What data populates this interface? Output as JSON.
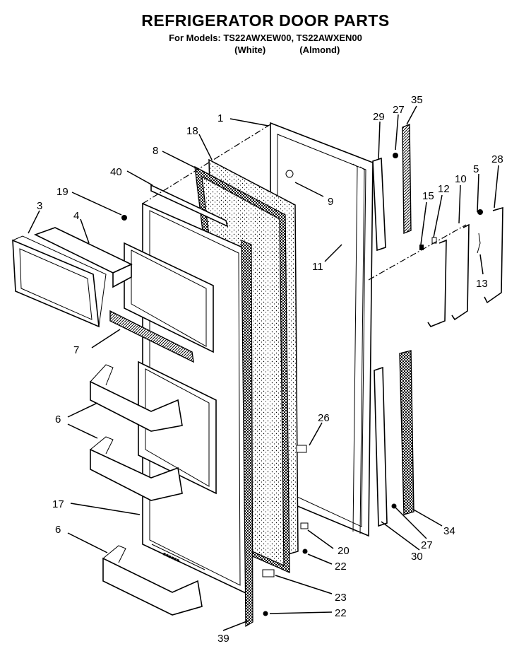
{
  "header": {
    "title": "REFRIGERATOR DOOR PARTS",
    "models": "For Models: TS22AWXEW00, TS22AWXEN00",
    "color_white": "(White)",
    "color_almond": "(Almond)"
  },
  "callouts": {
    "c1": "1",
    "c3": "3",
    "c4": "4",
    "c5": "5",
    "c6a": "6",
    "c6b": "6",
    "c7": "7",
    "c8": "8",
    "c9": "9",
    "c10": "10",
    "c11": "11",
    "c12": "12",
    "c13": "13",
    "c15": "15",
    "c17": "17",
    "c18": "18",
    "c19": "19",
    "c20": "20",
    "c22a": "22",
    "c22b": "22",
    "c23": "23",
    "c26": "26",
    "c27a": "27",
    "c27b": "27",
    "c28": "28",
    "c29": "29",
    "c30": "30",
    "c34": "34",
    "c35": "35",
    "c39": "39",
    "c40": "40"
  }
}
